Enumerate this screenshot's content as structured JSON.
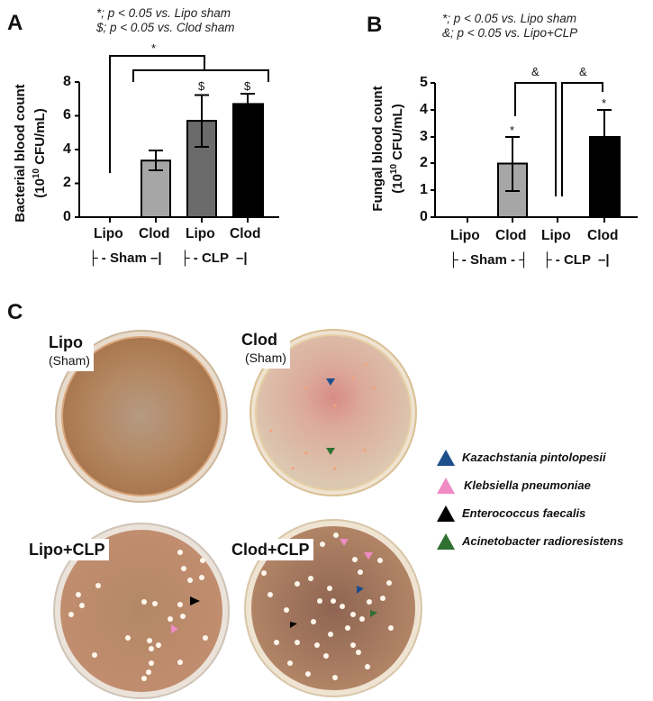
{
  "panels": {
    "A": {
      "letter": "A",
      "notes": [
        "*; p < 0.05 vs. Lipo sham",
        "$; p < 0.05 vs. Clod sham"
      ],
      "ylabel_line1": "Bacterial blood count",
      "ylabel_line2": "(10",
      "ylabel_sup": "10",
      "ylabel_line2_rest": " CFU/mL)",
      "yticks": [
        "0",
        "2",
        "4",
        "6",
        "8"
      ],
      "categories": [
        "Lipo",
        "Clod",
        "Lipo",
        "Clod"
      ],
      "groups": [
        "├ - Sham –|",
        "├ - CLP  –|"
      ],
      "sig_star": "*",
      "sig_dollar": "$"
    },
    "B": {
      "letter": "B",
      "notes": [
        "*; p < 0.05 vs. Lipo sham",
        "&; p < 0.05 vs. Lipo+CLP"
      ],
      "ylabel_line1": "Fungal blood count",
      "ylabel_line2": "(10",
      "ylabel_sup": "10",
      "ylabel_line2_rest": " CFU/mL)",
      "yticks": [
        "0",
        "1",
        "2",
        "3",
        "4",
        "5"
      ],
      "categories": [
        "Lipo",
        "Clod",
        "Lipo",
        "Clod"
      ],
      "groups": [
        "├ - Sham - ┤",
        "├ - CLP  –|"
      ],
      "sig_star": "*",
      "sig_amp": "&"
    },
    "C": {
      "letter": "C",
      "plates": [
        {
          "title": "Lipo",
          "subtitle": "(Sham)"
        },
        {
          "title": "Clod",
          "subtitle": "(Sham)"
        },
        {
          "title": "Lipo+CLP",
          "subtitle": ""
        },
        {
          "title": "Clod+CLP",
          "subtitle": ""
        }
      ],
      "legend": [
        {
          "label": "Kazachstania pintolopesii",
          "color": "#1f4e8c",
          "icon": "triangle-icon"
        },
        {
          "label": "Klebsiella pneumoniae",
          "color": "#f08ac4",
          "icon": "triangle-icon"
        },
        {
          "label": "Enterococcus faecalis",
          "color": "#000000",
          "icon": "triangle-icon"
        },
        {
          "label": "Acinetobacter radioresistens",
          "color": "#2e7030",
          "icon": "triangle-icon"
        }
      ]
    }
  },
  "chart_data": [
    {
      "type": "bar",
      "title": "A",
      "annotations": [
        "*; p < 0.05 vs. Lipo sham",
        "$; p < 0.05 vs. Clod sham",
        "* bracket: Lipo sham vs all others",
        "$ over Lipo CLP and Clod CLP"
      ],
      "categories": [
        "Lipo (Sham)",
        "Clod (Sham)",
        "Lipo (CLP)",
        "Clod (CLP)"
      ],
      "values": [
        0,
        3.35,
        5.7,
        6.7
      ],
      "error": [
        0,
        0.6,
        1.55,
        0.6
      ],
      "colors": [
        "#ffffff",
        "#a6a6a6",
        "#6b6b6b",
        "#000000"
      ],
      "xlabel": "",
      "ylabel": "Bacterial blood count (10^10 CFU/mL)",
      "ylim": [
        0,
        8
      ],
      "yticks": [
        0,
        2,
        4,
        6,
        8
      ],
      "grid": false
    },
    {
      "type": "bar",
      "title": "B",
      "annotations": [
        "*; p < 0.05 vs. Lipo sham",
        "&; p < 0.05 vs. Lipo+CLP",
        "* over Clod sham and Clod CLP",
        "& brackets: Clod sham vs Lipo CLP, Lipo CLP vs Clod CLP"
      ],
      "categories": [
        "Lipo (Sham)",
        "Clod (Sham)",
        "Lipo (CLP)",
        "Clod (CLP)"
      ],
      "values": [
        0,
        2,
        0,
        3
      ],
      "error": [
        0,
        1,
        0,
        1
      ],
      "colors": [
        "#ffffff",
        "#a6a6a6",
        "#ffffff",
        "#000000"
      ],
      "xlabel": "",
      "ylabel": "Fungal blood count (10^10 CFU/mL)",
      "ylim": [
        0,
        5
      ],
      "yticks": [
        0,
        1,
        2,
        3,
        4,
        5
      ],
      "grid": false
    }
  ]
}
